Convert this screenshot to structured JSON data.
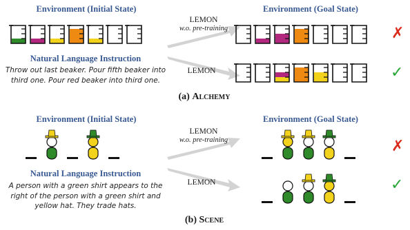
{
  "alchemy": {
    "initial_header": "Environment (Initial State)",
    "goal_header": "Environment (Goal State)",
    "instruction_header": "Natural Language Instruction",
    "instruction_lines": [
      "Throw out last beaker. Pour fifth beaker into",
      "third one. Pour red beaker into third one."
    ],
    "caption_prefix": "(a) ",
    "caption_name": "Alchemy",
    "initial_beakers": [
      [
        "green"
      ],
      [
        "magenta"
      ],
      [
        "yellow"
      ],
      [
        "orange",
        "orange",
        "orange"
      ],
      [
        "yellow"
      ],
      [],
      []
    ],
    "wrong_beakers": [
      [],
      [
        "magenta"
      ],
      [
        "magenta",
        "magenta"
      ],
      [
        "orange",
        "orange",
        "orange"
      ],
      [],
      [],
      []
    ],
    "right_beakers": [
      [],
      [],
      [
        "yellow",
        "magenta"
      ],
      [
        "orange",
        "orange",
        "orange"
      ],
      [
        "yellow",
        "yellow"
      ],
      [],
      []
    ]
  },
  "scene": {
    "initial_header": "Environment (Initial State)",
    "goal_header": "Environment (Goal State)",
    "instruction_header": "Natural Language Instruction",
    "instruction_lines": [
      "A person with a green shirt appears to the",
      "right of the person with a green shirt and",
      "yellow hat. They trade hats."
    ],
    "caption_prefix": "(b) ",
    "caption_name": "Scene",
    "initial_people": [
      null,
      {
        "hat": "yellow",
        "head": "white",
        "shirt": "green"
      },
      null,
      {
        "hat": "green",
        "head": "yellow",
        "shirt": "yellow"
      },
      null
    ],
    "wrong_people": [
      null,
      {
        "hat": "yellow",
        "head": "yellow",
        "shirt": "green"
      },
      {
        "hat": "yellow",
        "head": "white",
        "shirt": "green"
      },
      {
        "hat": "green",
        "head": "white",
        "shirt": "yellow"
      },
      null
    ],
    "right_people": [
      null,
      {
        "hat": null,
        "head": "white",
        "shirt": "green"
      },
      {
        "hat": "yellow",
        "head": "white",
        "shirt": "green"
      },
      {
        "hat": "green",
        "head": "yellow",
        "shirt": "yellow"
      },
      null
    ]
  },
  "arrows": {
    "top_name": "LEMON",
    "top_sub": "w.o. pre-training",
    "bottom_name": "LEMON"
  },
  "marks": {
    "bad": "✗",
    "good": "✓"
  },
  "colors": {
    "header": "#3a5a94",
    "green": "#2f8a2a",
    "magenta": "#b3287f",
    "yellow": "#f2d21b",
    "orange": "#ee8a12",
    "white": "#ffffff",
    "arrow": "#d3d3d3",
    "cross": "#d92a1c",
    "check": "#27a635"
  }
}
